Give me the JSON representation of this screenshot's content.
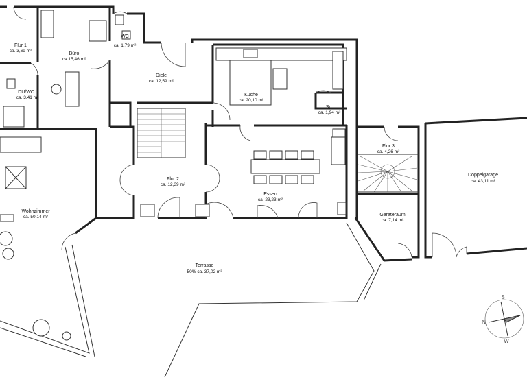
{
  "rooms": [
    {
      "name": "Flur 1",
      "area": "ca. 3,69 m²"
    },
    {
      "name": "Büro",
      "area": "ca.15,46 m²"
    },
    {
      "name": "WC",
      "area": "ca. 1,79 m²"
    },
    {
      "name": "DU/WC",
      "area": "ca. 3,41 m²"
    },
    {
      "name": "Diele",
      "area": "ca. 12,59 m²"
    },
    {
      "name": "Küche",
      "area": "ca. 20,10 m²"
    },
    {
      "name": "Sp.",
      "area": "ca. 1,94 m²"
    },
    {
      "name": "Flur 3",
      "area": "ca. 4,26 m²"
    },
    {
      "name": "Flur 2",
      "area": "ca. 12,39 m²"
    },
    {
      "name": "Essen",
      "area": "ca. 23,23 m²"
    },
    {
      "name": "Doppelgarage",
      "area": "ca. 43,11 m²"
    },
    {
      "name": "Wohnzimmer",
      "area": "ca. 50,14 m²"
    },
    {
      "name": "Geräteraum",
      "area": "ca. 7,14 m²"
    },
    {
      "name": "Terrasse",
      "area": "50% ca. 37,02 m²"
    }
  ],
  "compass": {
    "north": "N",
    "south": "S",
    "west": "W"
  }
}
